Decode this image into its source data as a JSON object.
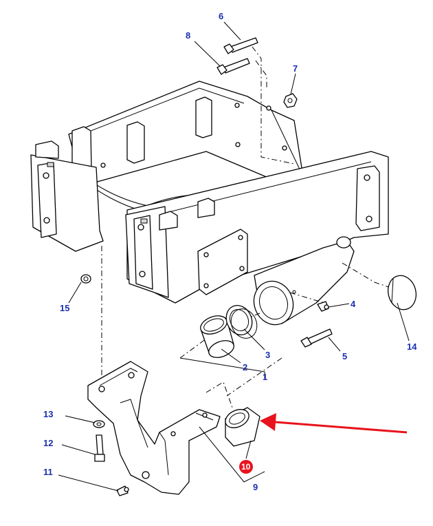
{
  "callouts": [
    {
      "id": "p1",
      "text": "1"
    },
    {
      "id": "p2",
      "text": "2"
    },
    {
      "id": "p3",
      "text": "3"
    },
    {
      "id": "p4",
      "text": "4"
    },
    {
      "id": "p5",
      "text": "5"
    },
    {
      "id": "p6",
      "text": "6"
    },
    {
      "id": "p7",
      "text": "7"
    },
    {
      "id": "p8",
      "text": "8"
    },
    {
      "id": "p9",
      "text": "9"
    },
    {
      "id": "p10",
      "text": "10"
    },
    {
      "id": "p11",
      "text": "11"
    },
    {
      "id": "p12",
      "text": "12"
    },
    {
      "id": "p13",
      "text": "13"
    },
    {
      "id": "p14",
      "text": "14"
    },
    {
      "id": "p15",
      "text": "15"
    }
  ],
  "highlight": {
    "callout": "10",
    "color": "#e8131c",
    "arrow_color": "#e8131c"
  },
  "colors": {
    "label": "#1a2fb0",
    "line": "#000000"
  }
}
